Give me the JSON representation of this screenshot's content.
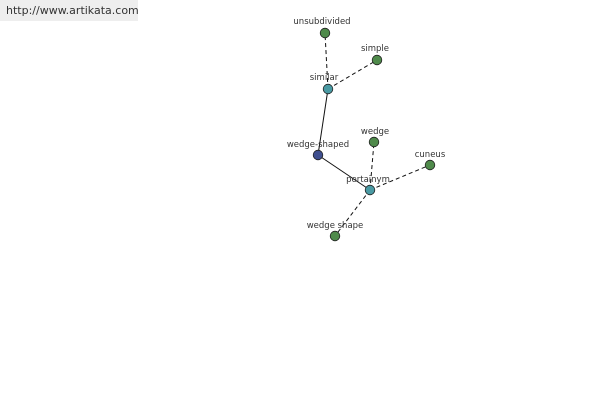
{
  "source_url": "http://www.artikata.com",
  "colors": {
    "leaf_node": "#4f8a4b",
    "relation_node": "#4a9aa3",
    "root_node": "#3f4f8f",
    "node_stroke": "#222222",
    "edge": "#111111"
  },
  "nodes": [
    {
      "id": "wedge-shaped",
      "label": "wedge-shaped",
      "kind": "root"
    },
    {
      "id": "similar",
      "label": "similar",
      "kind": "relation"
    },
    {
      "id": "pertainym",
      "label": "pertainym",
      "kind": "relation"
    },
    {
      "id": "unsubdivided",
      "label": "unsubdivided",
      "kind": "leaf"
    },
    {
      "id": "simple",
      "label": "simple",
      "kind": "leaf"
    },
    {
      "id": "wedge",
      "label": "wedge",
      "kind": "leaf"
    },
    {
      "id": "cuneus",
      "label": "cuneus",
      "kind": "leaf"
    },
    {
      "id": "wedge-shape",
      "label": "wedge shape",
      "kind": "leaf"
    }
  ],
  "edges": [
    {
      "from": "wedge-shaped",
      "to": "similar",
      "style": "solid"
    },
    {
      "from": "wedge-shaped",
      "to": "pertainym",
      "style": "solid"
    },
    {
      "from": "similar",
      "to": "unsubdivided",
      "style": "dashed"
    },
    {
      "from": "similar",
      "to": "simple",
      "style": "dashed"
    },
    {
      "from": "pertainym",
      "to": "wedge",
      "style": "dashed"
    },
    {
      "from": "pertainym",
      "to": "cuneus",
      "style": "dashed"
    },
    {
      "from": "pertainym",
      "to": "wedge-shape",
      "style": "dashed"
    }
  ]
}
